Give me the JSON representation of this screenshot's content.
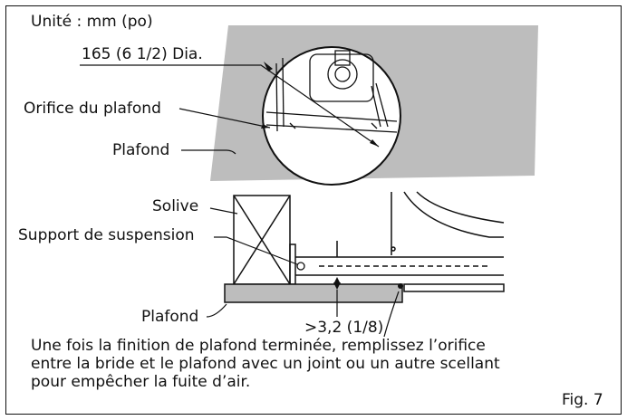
{
  "labels": {
    "unit": "Unité : mm (po)",
    "diameter": "165 (6 1/2) Dia.",
    "ceiling_opening": "Orifice du plafond",
    "ceiling_top": "Plafond",
    "joist": "Solive",
    "hanger": "Support de suspension",
    "ceiling_bottom": "Plafond",
    "gap": ">3,2 (1/8)",
    "fig": "Fig. 7"
  },
  "note": {
    "line1": "Une fois la finition de plafond terminée, remplissez l’orifice",
    "line2": "entre la bride et le plafond avec un joint ou un autre scellant",
    "line3": "pour empêcher la fuite d’air."
  },
  "colors": {
    "ceiling_fill": "#bdbdbd",
    "line": "#111111"
  }
}
